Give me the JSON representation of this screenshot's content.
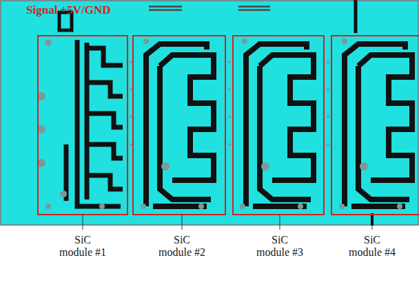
{
  "diagram": {
    "labels": [
      "Signal +5V/GND",
      "SiC module #1",
      "SiC module #2",
      "SiC module #3",
      "SiC module #4"
    ]
  }
}
